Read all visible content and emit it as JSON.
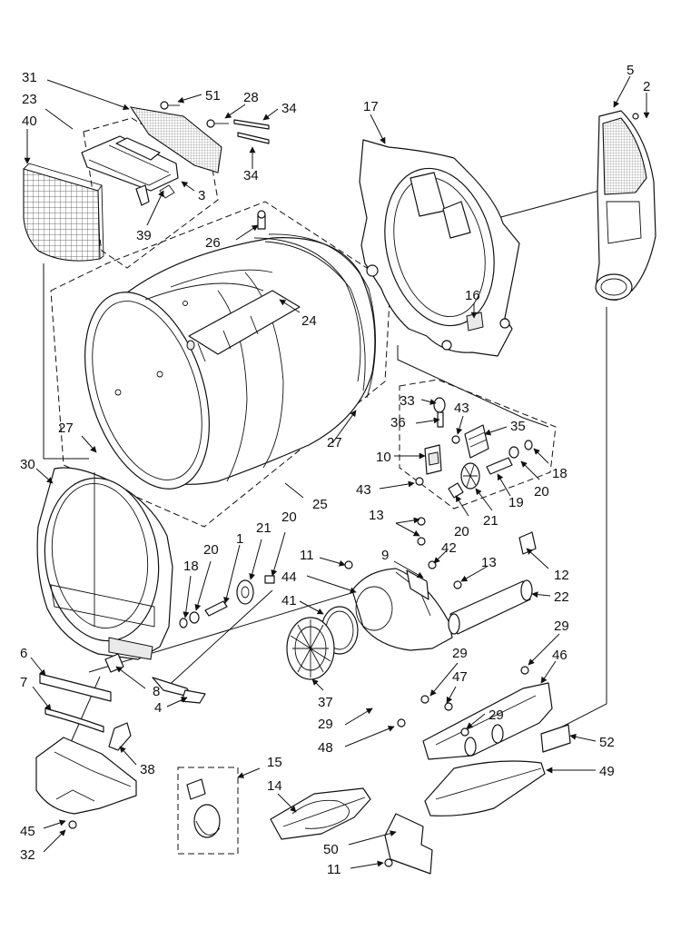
{
  "diagram": {
    "callouts": [
      {
        "id": "c31",
        "text": "31"
      },
      {
        "id": "c51",
        "text": "51"
      },
      {
        "id": "c28",
        "text": "28"
      },
      {
        "id": "c23",
        "text": "23"
      },
      {
        "id": "c34a",
        "text": "34"
      },
      {
        "id": "c34b",
        "text": "34"
      },
      {
        "id": "c40",
        "text": "40"
      },
      {
        "id": "c3",
        "text": "3"
      },
      {
        "id": "c39",
        "text": "39"
      },
      {
        "id": "c17",
        "text": "17"
      },
      {
        "id": "c5",
        "text": "5"
      },
      {
        "id": "c2",
        "text": "2"
      },
      {
        "id": "c26",
        "text": "26"
      },
      {
        "id": "c24",
        "text": "24"
      },
      {
        "id": "c16",
        "text": "16"
      },
      {
        "id": "c33",
        "text": "33"
      },
      {
        "id": "c43a",
        "text": "43"
      },
      {
        "id": "c36",
        "text": "36"
      },
      {
        "id": "c35",
        "text": "35"
      },
      {
        "id": "c10",
        "text": "10"
      },
      {
        "id": "c18a",
        "text": "18"
      },
      {
        "id": "c43b",
        "text": "43"
      },
      {
        "id": "c20a",
        "text": "20"
      },
      {
        "id": "c19",
        "text": "19"
      },
      {
        "id": "c21a",
        "text": "21"
      },
      {
        "id": "c20b",
        "text": "20"
      },
      {
        "id": "c27a",
        "text": "27"
      },
      {
        "id": "c27b",
        "text": "27"
      },
      {
        "id": "c25",
        "text": "25"
      },
      {
        "id": "c30",
        "text": "30"
      },
      {
        "id": "c13a",
        "text": "13"
      },
      {
        "id": "c12",
        "text": "12"
      },
      {
        "id": "c1",
        "text": "1"
      },
      {
        "id": "c21b",
        "text": "21"
      },
      {
        "id": "c20c",
        "text": "20"
      },
      {
        "id": "c20d",
        "text": "20"
      },
      {
        "id": "c18b",
        "text": "18"
      },
      {
        "id": "c11a",
        "text": "11"
      },
      {
        "id": "c9",
        "text": "9"
      },
      {
        "id": "c42",
        "text": "42"
      },
      {
        "id": "c13b",
        "text": "13"
      },
      {
        "id": "c44",
        "text": "44"
      },
      {
        "id": "c22",
        "text": "22"
      },
      {
        "id": "c41",
        "text": "41"
      },
      {
        "id": "c6",
        "text": "6"
      },
      {
        "id": "c8",
        "text": "8"
      },
      {
        "id": "c7",
        "text": "7"
      },
      {
        "id": "c4",
        "text": "4"
      },
      {
        "id": "c37",
        "text": "37"
      },
      {
        "id": "c29a",
        "text": "29"
      },
      {
        "id": "c46",
        "text": "46"
      },
      {
        "id": "c29b",
        "text": "29"
      },
      {
        "id": "c47",
        "text": "47"
      },
      {
        "id": "c29c",
        "text": "29"
      },
      {
        "id": "c29d",
        "text": "29"
      },
      {
        "id": "c48",
        "text": "48"
      },
      {
        "id": "c52",
        "text": "52"
      },
      {
        "id": "c38",
        "text": "38"
      },
      {
        "id": "c15",
        "text": "15"
      },
      {
        "id": "c49",
        "text": "49"
      },
      {
        "id": "c14",
        "text": "14"
      },
      {
        "id": "c45",
        "text": "45"
      },
      {
        "id": "c50",
        "text": "50"
      },
      {
        "id": "c32",
        "text": "32"
      },
      {
        "id": "c11b",
        "text": "11"
      }
    ]
  }
}
